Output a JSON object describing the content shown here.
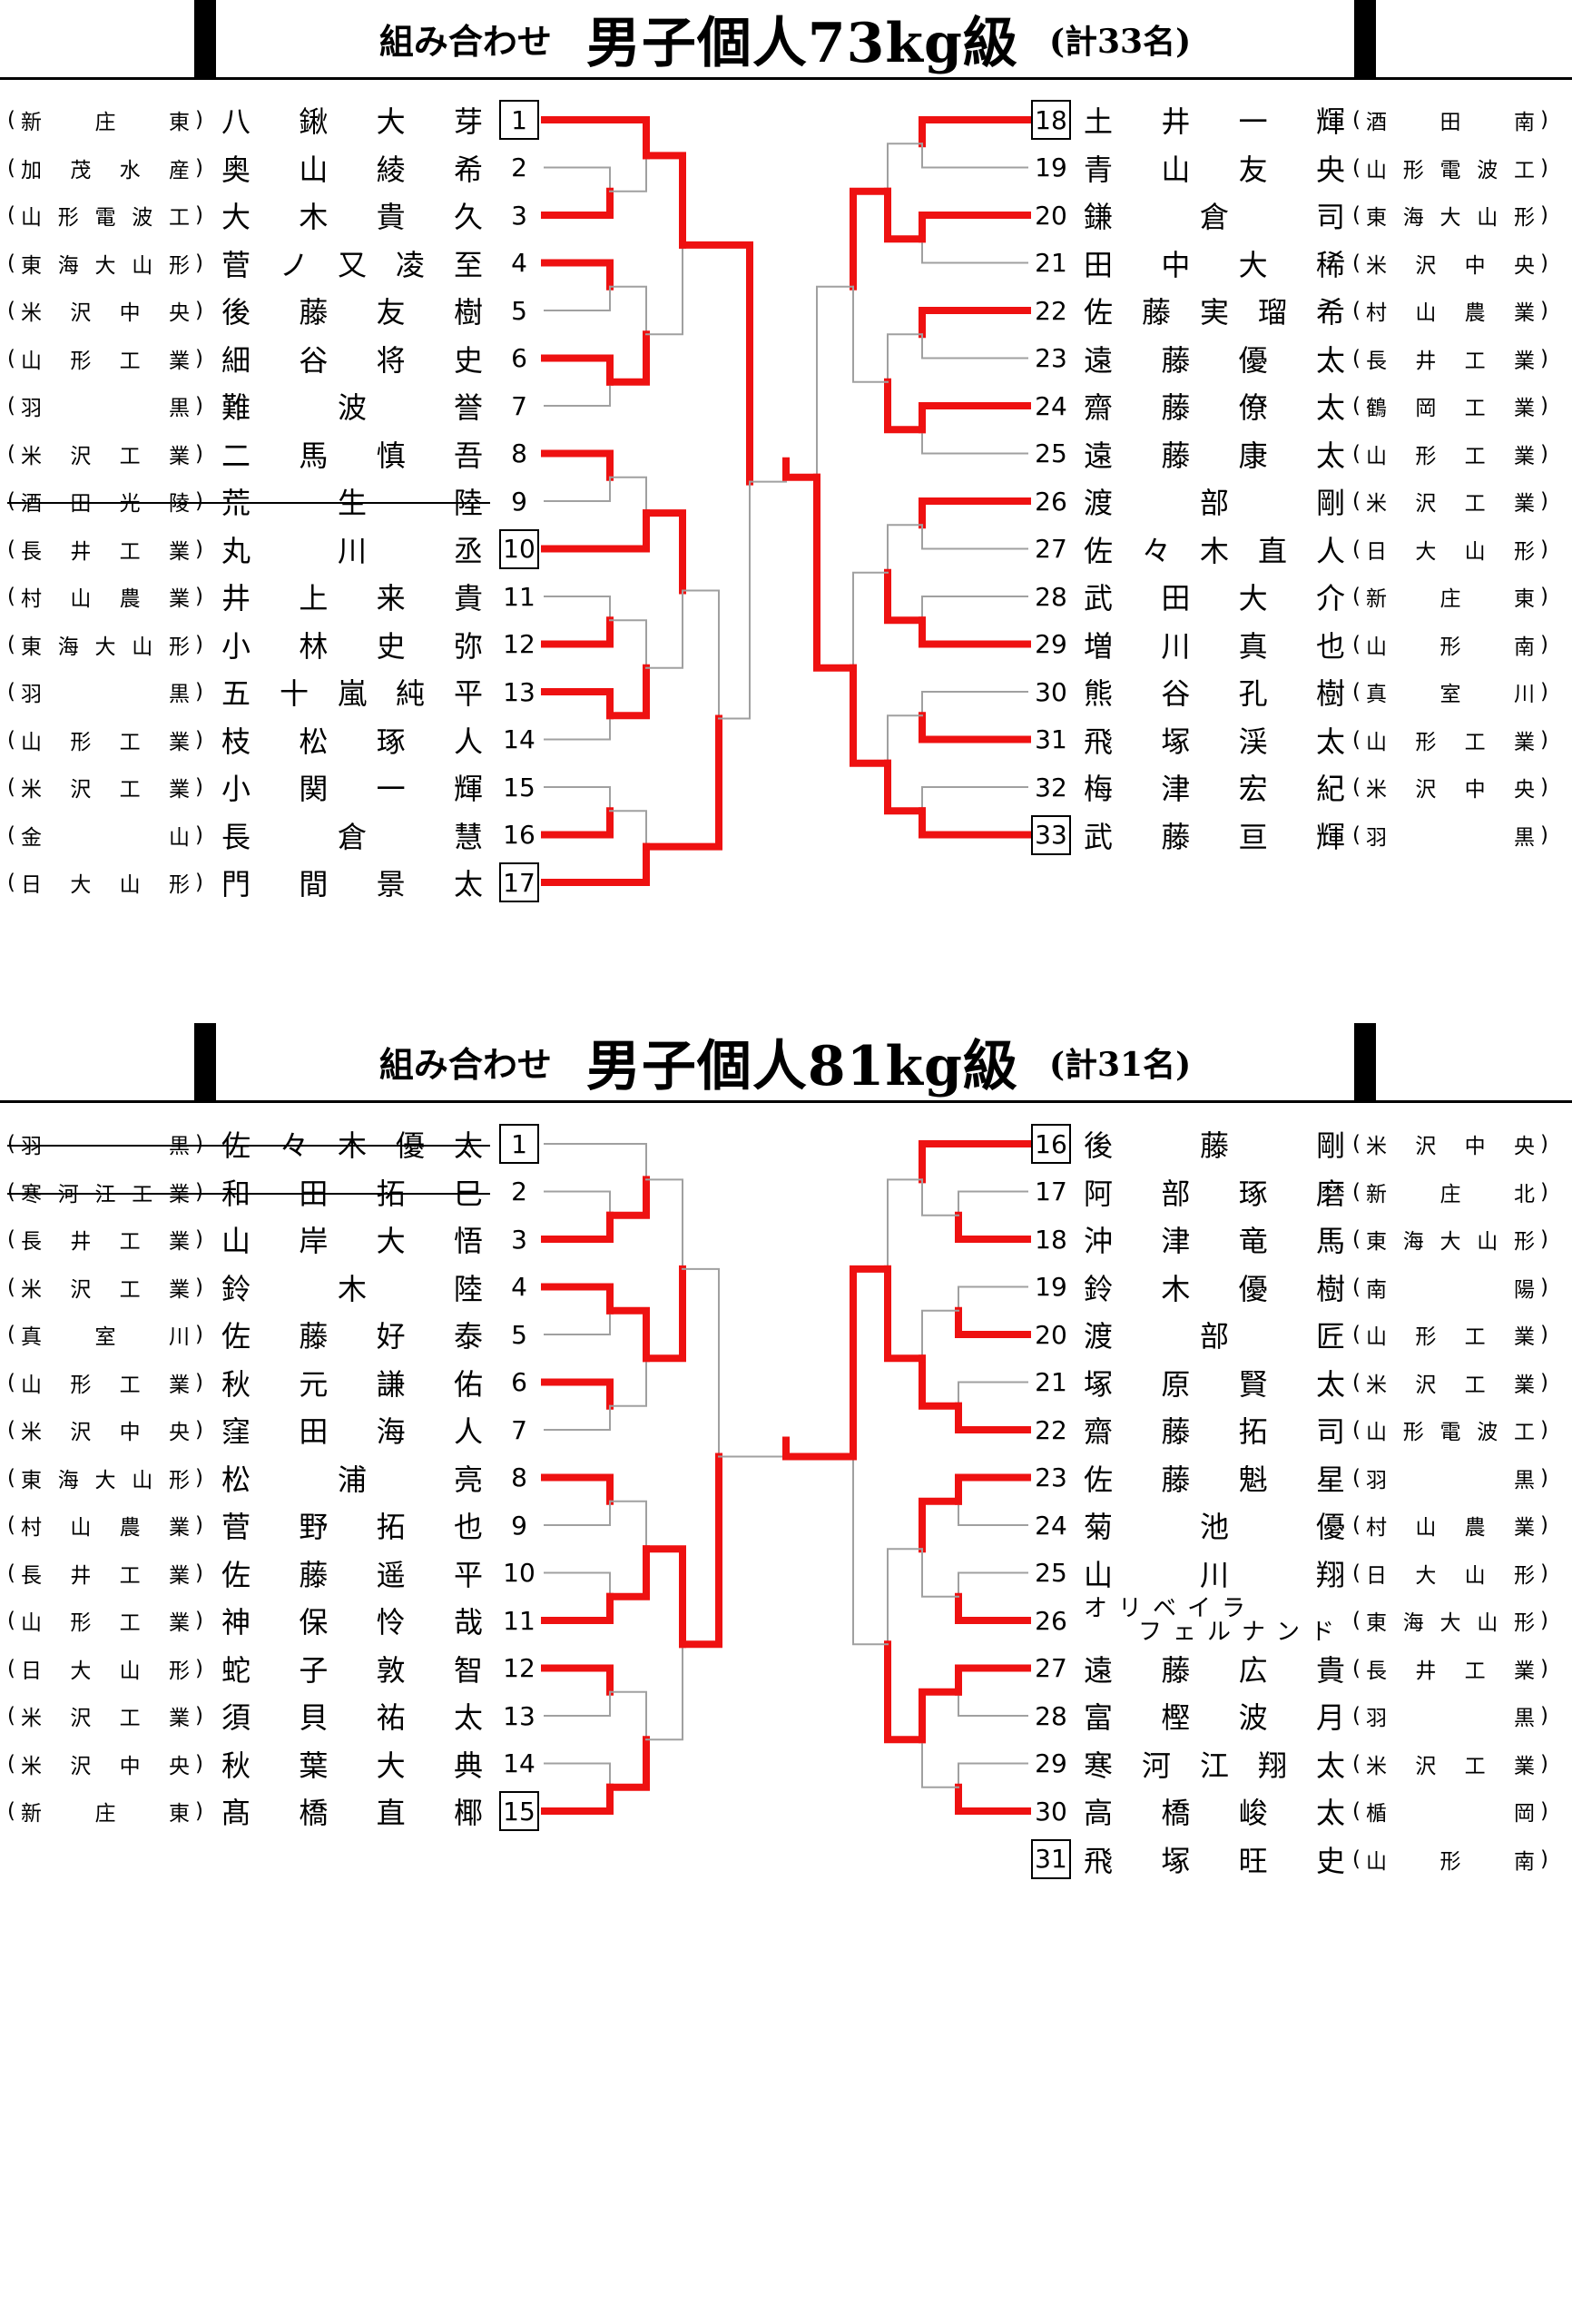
{
  "brackets": [
    {
      "title_prefix": "組み合わせ",
      "title_main": "男子個人73kg級",
      "title_count": "(計33名)",
      "left": [
        {
          "no": "1",
          "school": "新庄東",
          "name": "八鍬大芽",
          "seed": true
        },
        {
          "no": "2",
          "school": "加茂水産",
          "name": "奥山綾希"
        },
        {
          "no": "3",
          "school": "山形電波工",
          "name": "大木貴久"
        },
        {
          "no": "4",
          "school": "東海大山形",
          "name": "菅ノ又凌至"
        },
        {
          "no": "5",
          "school": "米沢中央",
          "name": "後藤友樹"
        },
        {
          "no": "6",
          "school": "山形工業",
          "name": "細谷将史"
        },
        {
          "no": "7",
          "school": "羽黒",
          "name": "難波誉"
        },
        {
          "no": "8",
          "school": "米沢工業",
          "name": "二馬慎吾"
        },
        {
          "no": "9",
          "school": "酒田光陵",
          "name": "荒生陸",
          "struck": true
        },
        {
          "no": "10",
          "school": "長井工業",
          "name": "丸川丞",
          "seed": true
        },
        {
          "no": "11",
          "school": "村山農業",
          "name": "井上来貴"
        },
        {
          "no": "12",
          "school": "東海大山形",
          "name": "小林史弥"
        },
        {
          "no": "13",
          "school": "羽黒",
          "name": "五十嵐純平"
        },
        {
          "no": "14",
          "school": "山形工業",
          "name": "枝松琢人"
        },
        {
          "no": "15",
          "school": "米沢工業",
          "name": "小関一輝"
        },
        {
          "no": "16",
          "school": "金山",
          "name": "長倉慧"
        },
        {
          "no": "17",
          "school": "日大山形",
          "name": "門間景太",
          "seed": true
        }
      ],
      "right": [
        {
          "no": "18",
          "school": "酒田南",
          "name": "土井一輝",
          "seed": true
        },
        {
          "no": "19",
          "school": "山形電波工",
          "name": "青山友央"
        },
        {
          "no": "20",
          "school": "東海大山形",
          "name": "鎌倉司"
        },
        {
          "no": "21",
          "school": "米沢中央",
          "name": "田中大稀"
        },
        {
          "no": "22",
          "school": "村山農業",
          "name": "佐藤実瑠希"
        },
        {
          "no": "23",
          "school": "長井工業",
          "name": "遠藤優太"
        },
        {
          "no": "24",
          "school": "鶴岡工業",
          "name": "齋藤僚太"
        },
        {
          "no": "25",
          "school": "山形工業",
          "name": "遠藤康太"
        },
        {
          "no": "26",
          "school": "米沢工業",
          "name": "渡部剛"
        },
        {
          "no": "27",
          "school": "日大山形",
          "name": "佐々木直人"
        },
        {
          "no": "28",
          "school": "新庄東",
          "name": "武田大介"
        },
        {
          "no": "29",
          "school": "山形南",
          "name": "増川真也"
        },
        {
          "no": "30",
          "school": "真室川",
          "name": "熊谷孔樹"
        },
        {
          "no": "31",
          "school": "山形工業",
          "name": "飛塚渓太"
        },
        {
          "no": "32",
          "school": "米沢中央",
          "name": "梅津宏紀"
        },
        {
          "no": "33",
          "school": "羽黒",
          "name": "武藤亘輝",
          "seed": true
        }
      ]
    },
    {
      "title_prefix": "組み合わせ",
      "title_main": "男子個人81kg級",
      "title_count": "(計31名)",
      "left": [
        {
          "no": "1",
          "school": "羽黒",
          "name": "佐々木優太",
          "seed": true,
          "struck": true
        },
        {
          "no": "2",
          "school": "寒河江工業",
          "name": "和田拓巳",
          "struck": true
        },
        {
          "no": "3",
          "school": "長井工業",
          "name": "山岸大悟"
        },
        {
          "no": "4",
          "school": "米沢工業",
          "name": "鈴木陸"
        },
        {
          "no": "5",
          "school": "真室川",
          "name": "佐藤好泰"
        },
        {
          "no": "6",
          "school": "山形工業",
          "name": "秋元謙佑"
        },
        {
          "no": "7",
          "school": "米沢中央",
          "name": "窪田海人"
        },
        {
          "no": "8",
          "school": "東海大山形",
          "name": "松浦亮"
        },
        {
          "no": "9",
          "school": "村山農業",
          "name": "菅野拓也"
        },
        {
          "no": "10",
          "school": "長井工業",
          "name": "佐藤遥平"
        },
        {
          "no": "11",
          "school": "山形工業",
          "name": "神保怜哉"
        },
        {
          "no": "12",
          "school": "日大山形",
          "name": "蛇子敦智"
        },
        {
          "no": "13",
          "school": "米沢工業",
          "name": "須貝祐太"
        },
        {
          "no": "14",
          "school": "米沢中央",
          "name": "秋葉大典"
        },
        {
          "no": "15",
          "school": "新庄東",
          "name": "髙橋直椰",
          "seed": true
        }
      ],
      "right": [
        {
          "no": "16",
          "school": "米沢中央",
          "name": "後藤剛",
          "seed": true
        },
        {
          "no": "17",
          "school": "新庄北",
          "name": "阿部琢磨"
        },
        {
          "no": "18",
          "school": "東海大山形",
          "name": "沖津竜馬"
        },
        {
          "no": "19",
          "school": "南陽",
          "name": "鈴木優樹"
        },
        {
          "no": "20",
          "school": "山形工業",
          "name": "渡部匠"
        },
        {
          "no": "21",
          "school": "米沢工業",
          "name": "塚原賢太"
        },
        {
          "no": "22",
          "school": "山形電波工",
          "name": "齋藤拓司"
        },
        {
          "no": "23",
          "school": "羽黒",
          "name": "佐藤魁星"
        },
        {
          "no": "24",
          "school": "村山農業",
          "name": "菊池優"
        },
        {
          "no": "25",
          "school": "日大山形",
          "name": "山川翔"
        },
        {
          "no": "26",
          "school": "東海大山形",
          "name": "オリベイラ フェルナンド",
          "two_line": [
            "オリベイラ",
            "フェルナンド"
          ]
        },
        {
          "no": "27",
          "school": "長井工業",
          "name": "遠藤広貴"
        },
        {
          "no": "28",
          "school": "羽黒",
          "name": "富樫波月"
        },
        {
          "no": "29",
          "school": "米沢工業",
          "name": "寒河江翔太"
        },
        {
          "no": "30",
          "school": "楯岡",
          "name": "高橋峻太"
        },
        {
          "no": "31",
          "school": "山形南",
          "name": "飛塚旺史",
          "seed": true
        }
      ]
    }
  ],
  "colors": {
    "win_line": "#ee1111",
    "base_line": "#a0a0a0",
    "text": "#000000"
  }
}
